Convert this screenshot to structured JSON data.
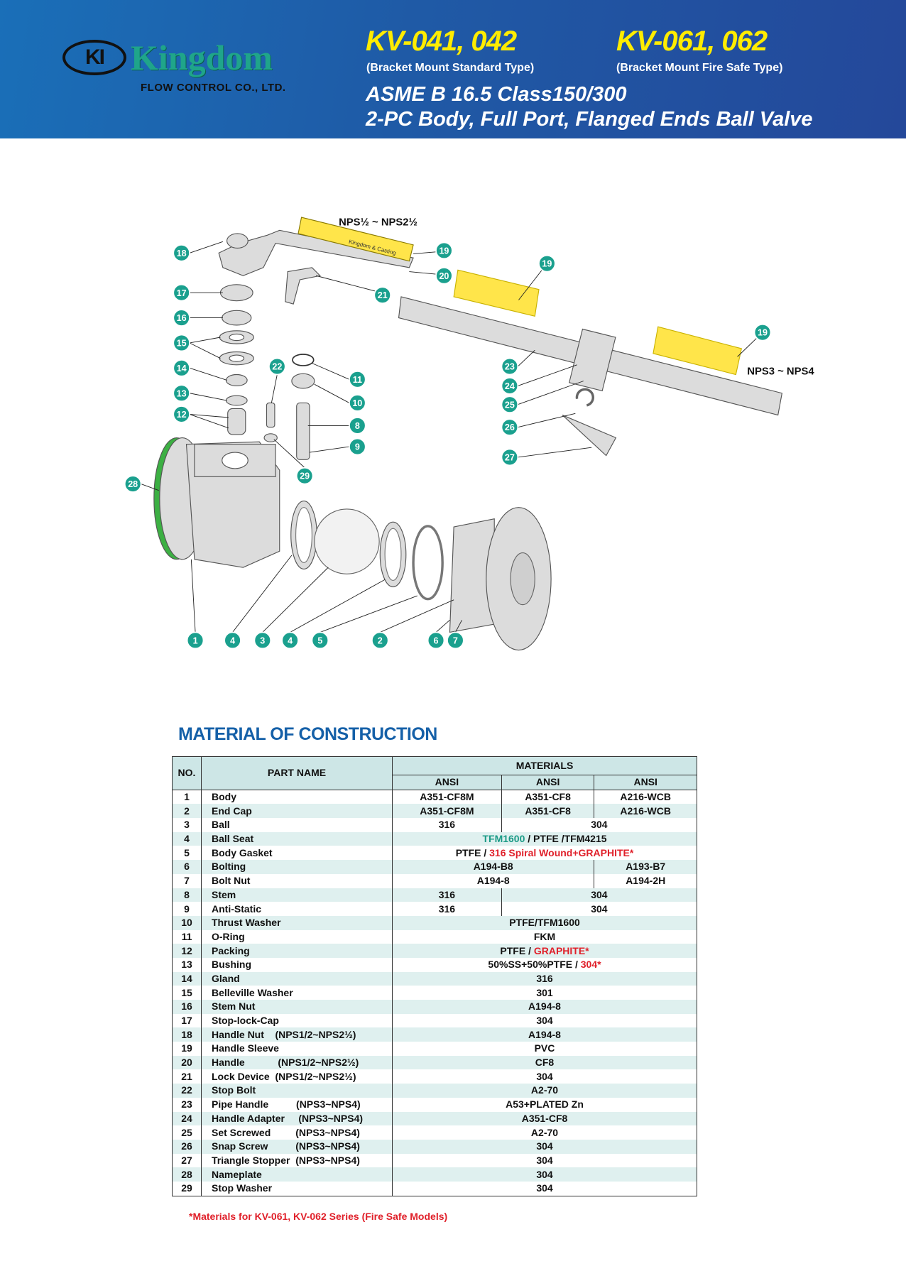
{
  "header": {
    "logo_mark": "KI",
    "logo_word": "Kingdom",
    "logo_sub": "FLOW CONTROL CO., LTD.",
    "model_a": "KV-041, 042",
    "model_a_sub": "(Bracket Mount Standard Type)",
    "model_b": "KV-061, 062",
    "model_b_sub": "(Bracket Mount Fire Safe Type)",
    "spec_1": "ASME B 16.5 Class150/300",
    "spec_2": "2-PC Body, Full Port, Flanged Ends Ball Valve"
  },
  "diagram": {
    "label_small": "NPS½ ~ NPS2½",
    "label_large": "NPS3 ~ NPS4",
    "handle_print": "Kingdom & Casting",
    "callouts": [
      "18",
      "19",
      "20",
      "21",
      "19",
      "19",
      "17",
      "16",
      "15",
      "14",
      "13",
      "12",
      "22",
      "11",
      "10",
      "8",
      "9",
      "29",
      "28",
      "23",
      "24",
      "25",
      "26",
      "27",
      "1",
      "4",
      "3",
      "4",
      "5",
      "2",
      "6",
      "7"
    ]
  },
  "section_title": "MATERIAL OF CONSTRUCTION",
  "table": {
    "headers": {
      "no": "NO.",
      "part": "PART NAME",
      "materials": "MATERIALS",
      "sub": [
        "ANSI",
        "ANSI",
        "ANSI"
      ]
    },
    "colors": {
      "green": "#1a9a86",
      "red": "#e0202a"
    },
    "rows": [
      {
        "no": "1",
        "name": "Body",
        "mat": [
          {
            "span": 1,
            "seg": [
              [
                "A351-CF8M"
              ]
            ]
          },
          {
            "span": 1,
            "seg": [
              [
                "A351-CF8"
              ]
            ]
          },
          {
            "span": 1,
            "seg": [
              [
                "A216-WCB"
              ]
            ]
          }
        ]
      },
      {
        "no": "2",
        "name": "End Cap",
        "mat": [
          {
            "span": 1,
            "seg": [
              [
                "A351-CF8M"
              ]
            ]
          },
          {
            "span": 1,
            "seg": [
              [
                "A351-CF8"
              ]
            ]
          },
          {
            "span": 1,
            "seg": [
              [
                "A216-WCB"
              ]
            ]
          }
        ]
      },
      {
        "no": "3",
        "name": "Ball",
        "mat": [
          {
            "span": 1,
            "seg": [
              [
                "316"
              ]
            ]
          },
          {
            "span": 2,
            "seg": [
              [
                "304"
              ]
            ]
          }
        ]
      },
      {
        "no": "4",
        "name": "Ball Seat",
        "mat": [
          {
            "span": 3,
            "seg": [
              [
                "TFM1600",
                "green"
              ],
              [
                " / PTFE /TFM4215"
              ]
            ]
          }
        ]
      },
      {
        "no": "5",
        "name": "Body Gasket",
        "mat": [
          {
            "span": 3,
            "seg": [
              [
                "PTFE / "
              ],
              [
                "316 Spiral Wound+GRAPHITE*",
                "red"
              ]
            ]
          }
        ]
      },
      {
        "no": "6",
        "name": "Bolting",
        "mat": [
          {
            "span": 2,
            "seg": [
              [
                "A194-B8"
              ]
            ]
          },
          {
            "span": 1,
            "seg": [
              [
                "A193-B7"
              ]
            ]
          }
        ]
      },
      {
        "no": "7",
        "name": "Bolt Nut",
        "mat": [
          {
            "span": 2,
            "seg": [
              [
                "A194-8"
              ]
            ]
          },
          {
            "span": 1,
            "seg": [
              [
                "A194-2H"
              ]
            ]
          }
        ]
      },
      {
        "no": "8",
        "name": "Stem",
        "mat": [
          {
            "span": 1,
            "seg": [
              [
                "316"
              ]
            ]
          },
          {
            "span": 2,
            "seg": [
              [
                "304"
              ]
            ]
          }
        ]
      },
      {
        "no": "9",
        "name": "Anti-Static",
        "mat": [
          {
            "span": 1,
            "seg": [
              [
                "316"
              ]
            ]
          },
          {
            "span": 2,
            "seg": [
              [
                "304"
              ]
            ]
          }
        ]
      },
      {
        "no": "10",
        "name": "Thrust Washer",
        "mat": [
          {
            "span": 3,
            "seg": [
              [
                "PTFE/TFM1600"
              ]
            ]
          }
        ]
      },
      {
        "no": "11",
        "name": "O-Ring",
        "mat": [
          {
            "span": 3,
            "seg": [
              [
                "FKM"
              ]
            ]
          }
        ]
      },
      {
        "no": "12",
        "name": "Packing",
        "mat": [
          {
            "span": 3,
            "seg": [
              [
                "PTFE / "
              ],
              [
                "GRAPHITE*",
                "red"
              ]
            ]
          }
        ]
      },
      {
        "no": "13",
        "name": "Bushing",
        "mat": [
          {
            "span": 3,
            "seg": [
              [
                "50%SS+50%PTFE / "
              ],
              [
                "304*",
                "red"
              ]
            ]
          }
        ]
      },
      {
        "no": "14",
        "name": "Gland",
        "mat": [
          {
            "span": 3,
            "seg": [
              [
                "316"
              ]
            ]
          }
        ]
      },
      {
        "no": "15",
        "name": "Belleville Washer",
        "mat": [
          {
            "span": 3,
            "seg": [
              [
                "301"
              ]
            ]
          }
        ]
      },
      {
        "no": "16",
        "name": "Stem Nut",
        "mat": [
          {
            "span": 3,
            "seg": [
              [
                "A194-8"
              ]
            ]
          }
        ]
      },
      {
        "no": "17",
        "name": "Stop-lock-Cap",
        "mat": [
          {
            "span": 3,
            "seg": [
              [
                "304"
              ]
            ]
          }
        ]
      },
      {
        "no": "18",
        "name": "Handle Nut    (NPS1/2~NPS2½)",
        "mat": [
          {
            "span": 3,
            "seg": [
              [
                "A194-8"
              ]
            ]
          }
        ]
      },
      {
        "no": "19",
        "name": "Handle Sleeve",
        "mat": [
          {
            "span": 3,
            "seg": [
              [
                "PVC"
              ]
            ]
          }
        ]
      },
      {
        "no": "20",
        "name": "Handle            (NPS1/2~NPS2½)",
        "mat": [
          {
            "span": 3,
            "seg": [
              [
                "CF8"
              ]
            ]
          }
        ]
      },
      {
        "no": "21",
        "name": "Lock Device  (NPS1/2~NPS2½)",
        "mat": [
          {
            "span": 3,
            "seg": [
              [
                "304"
              ]
            ]
          }
        ]
      },
      {
        "no": "22",
        "name": "Stop Bolt",
        "mat": [
          {
            "span": 3,
            "seg": [
              [
                "A2-70"
              ]
            ]
          }
        ]
      },
      {
        "no": "23",
        "name": "Pipe Handle          (NPS3~NPS4)",
        "mat": [
          {
            "span": 3,
            "seg": [
              [
                "A53+PLATED Zn"
              ]
            ]
          }
        ]
      },
      {
        "no": "24",
        "name": "Handle Adapter     (NPS3~NPS4)",
        "mat": [
          {
            "span": 3,
            "seg": [
              [
                "A351-CF8"
              ]
            ]
          }
        ]
      },
      {
        "no": "25",
        "name": "Set Screwed         (NPS3~NPS4)",
        "mat": [
          {
            "span": 3,
            "seg": [
              [
                "A2-70"
              ]
            ]
          }
        ]
      },
      {
        "no": "26",
        "name": "Snap Screw          (NPS3~NPS4)",
        "mat": [
          {
            "span": 3,
            "seg": [
              [
                "304"
              ]
            ]
          }
        ]
      },
      {
        "no": "27",
        "name": "Triangle Stopper  (NPS3~NPS4)",
        "mat": [
          {
            "span": 3,
            "seg": [
              [
                "304"
              ]
            ]
          }
        ]
      },
      {
        "no": "28",
        "name": "Nameplate",
        "mat": [
          {
            "span": 3,
            "seg": [
              [
                "304"
              ]
            ]
          }
        ]
      },
      {
        "no": "29",
        "name": "Stop Washer",
        "mat": [
          {
            "span": 3,
            "seg": [
              [
                "304"
              ]
            ]
          }
        ]
      }
    ]
  },
  "footnote": "*Materials for KV-061, KV-062 Series (Fire Safe Models)"
}
